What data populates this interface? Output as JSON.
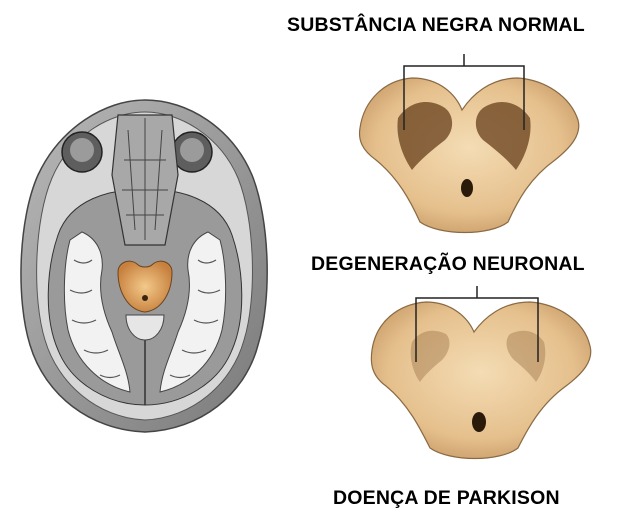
{
  "labels": {
    "normal": "SUBSTÂNCIA NEGRA NORMAL",
    "degeneration": "DEGENERAÇÃO NEURONAL",
    "disease": "DOENÇA DE PARKISON"
  },
  "colors": {
    "midbrain_tissue": "#e8c595",
    "substantia_nigra_dark": "#6b4420",
    "highlight_orange": "#d9a05a",
    "skull_gray": "#8c8c8c"
  }
}
